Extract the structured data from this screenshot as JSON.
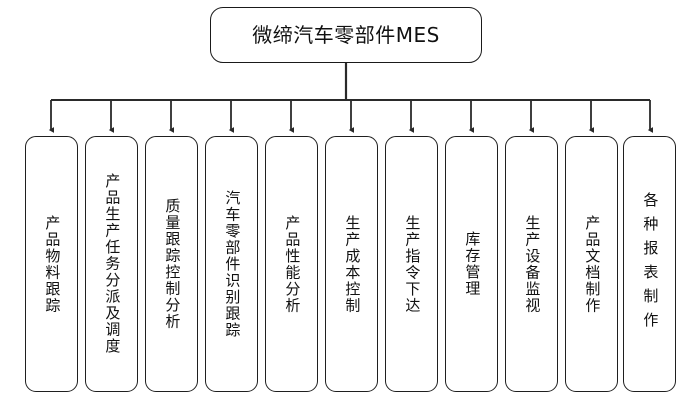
{
  "diagram": {
    "type": "org-tree",
    "orientation": "top-down",
    "root": {
      "label": "微缔汽车零部件MES"
    },
    "colors": {
      "background": "#ffffff",
      "node_fill": "#ffffff",
      "node_border": "#1f1f1f",
      "connector": "#2a2a2a",
      "text": "#111111"
    },
    "nodes": [
      {
        "label": "产品物料跟踪"
      },
      {
        "label": "产品生产任务分派及调度"
      },
      {
        "label": "质量跟踪控制分析"
      },
      {
        "label": "汽车零部件识别跟踪"
      },
      {
        "label": "产品性能分析"
      },
      {
        "label": "生产成本控制"
      },
      {
        "label": "生产指令下达"
      },
      {
        "label": "库存管理"
      },
      {
        "label": "生产设备监视"
      },
      {
        "label": "产品文档制作"
      },
      {
        "label": "各种报表制作"
      }
    ]
  }
}
